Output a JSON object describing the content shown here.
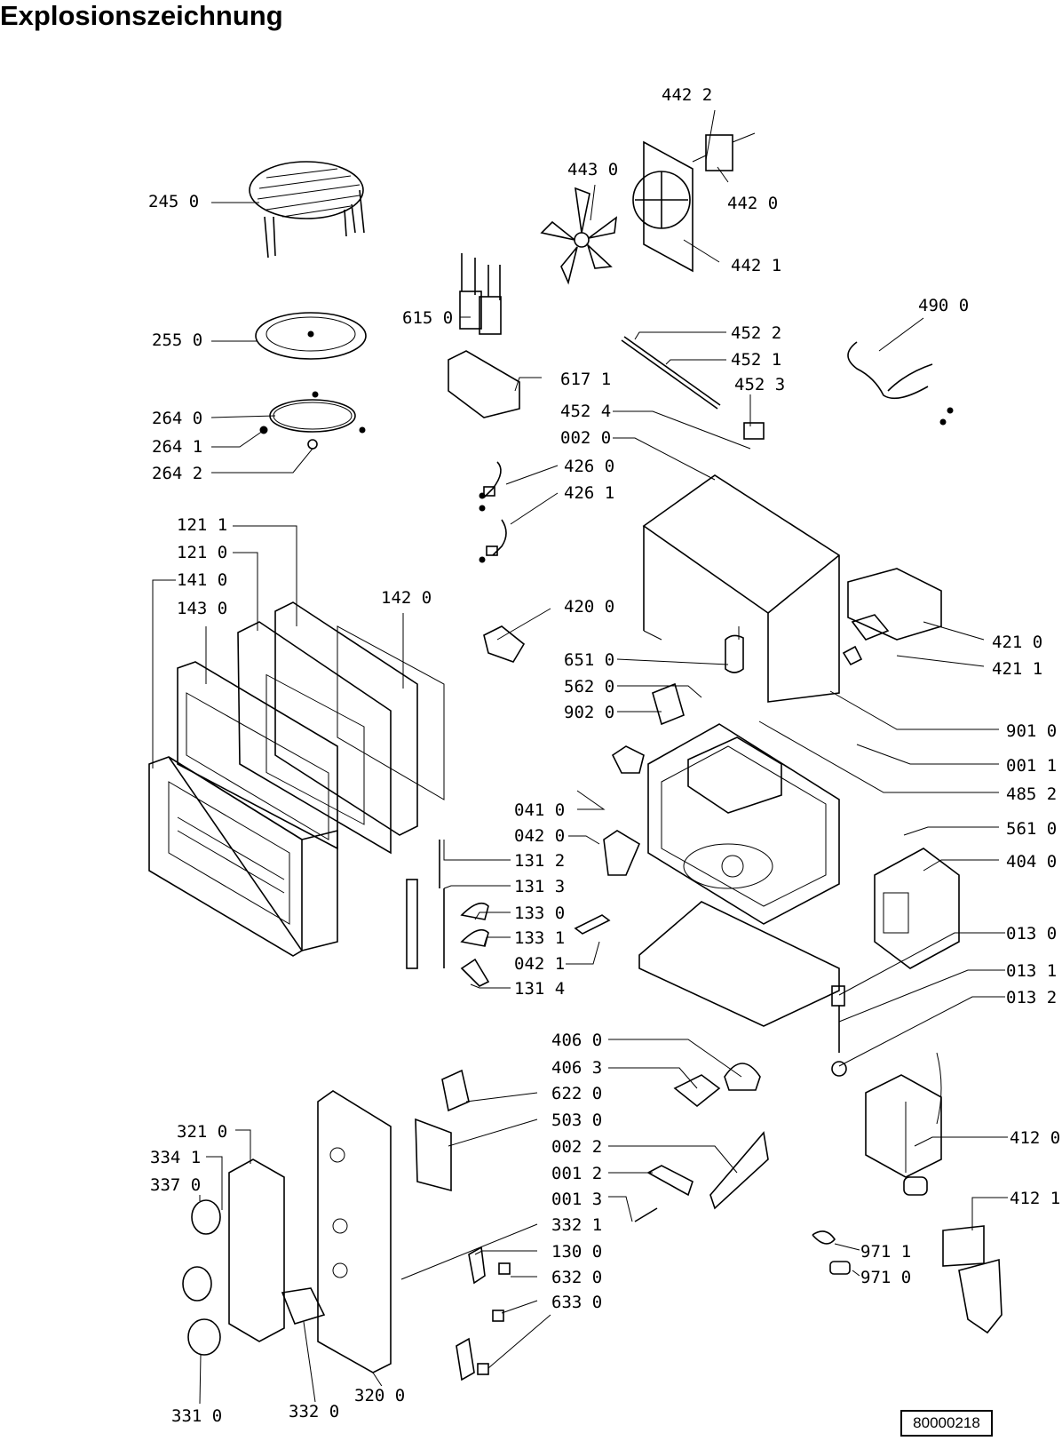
{
  "title": "Explosionszeichnung",
  "doc_number": "80000218",
  "parts": [
    {
      "id": "p2450",
      "label": "245 0"
    },
    {
      "id": "p2550",
      "label": "255 0"
    },
    {
      "id": "p2640",
      "label": "264 0"
    },
    {
      "id": "p2641",
      "label": "264 1"
    },
    {
      "id": "p2642",
      "label": "264 2"
    },
    {
      "id": "p1211",
      "label": "121 1"
    },
    {
      "id": "p1210",
      "label": "121 0"
    },
    {
      "id": "p1410",
      "label": "141 0"
    },
    {
      "id": "p1430",
      "label": "143 0"
    },
    {
      "id": "p1420",
      "label": "142 0"
    },
    {
      "id": "p6150",
      "label": "615 0"
    },
    {
      "id": "p6171",
      "label": "617 1"
    },
    {
      "id": "p4422a",
      "label": "442 2"
    },
    {
      "id": "p4430",
      "label": "443 0"
    },
    {
      "id": "p4420",
      "label": "442 0"
    },
    {
      "id": "p4421",
      "label": "442 1"
    },
    {
      "id": "p4900",
      "label": "490 0"
    },
    {
      "id": "p4522",
      "label": "452 2"
    },
    {
      "id": "p4521",
      "label": "452 1"
    },
    {
      "id": "p4523",
      "label": "452 3"
    },
    {
      "id": "p4524",
      "label": "452 4"
    },
    {
      "id": "p0020",
      "label": "002 0"
    },
    {
      "id": "p4260",
      "label": "426 0"
    },
    {
      "id": "p4261",
      "label": "426 1"
    },
    {
      "id": "p4200",
      "label": "420 0"
    },
    {
      "id": "p6510",
      "label": "651 0"
    },
    {
      "id": "p5620",
      "label": "562 0"
    },
    {
      "id": "p9020",
      "label": "902 0"
    },
    {
      "id": "p4210",
      "label": "421 0"
    },
    {
      "id": "p4211",
      "label": "421 1"
    },
    {
      "id": "p9010",
      "label": "901 0"
    },
    {
      "id": "p0011",
      "label": "001 1"
    },
    {
      "id": "p4852",
      "label": "485 2"
    },
    {
      "id": "p0410",
      "label": "041 0"
    },
    {
      "id": "p0420",
      "label": "042 0"
    },
    {
      "id": "p5610",
      "label": "561 0"
    },
    {
      "id": "p4040",
      "label": "404 0"
    },
    {
      "id": "p1312",
      "label": "131 2"
    },
    {
      "id": "p1313",
      "label": "131 3"
    },
    {
      "id": "p1330",
      "label": "133 0"
    },
    {
      "id": "p1331",
      "label": "133 1"
    },
    {
      "id": "p0421",
      "label": "042 1"
    },
    {
      "id": "p1314",
      "label": "131 4"
    },
    {
      "id": "p0130",
      "label": "013 0"
    },
    {
      "id": "p0131",
      "label": "013 1"
    },
    {
      "id": "p0132",
      "label": "013 2"
    },
    {
      "id": "p4060",
      "label": "406 0"
    },
    {
      "id": "p4063",
      "label": "406 3"
    },
    {
      "id": "p6220",
      "label": "622 0"
    },
    {
      "id": "p5030",
      "label": "503 0"
    },
    {
      "id": "p0022",
      "label": "002 2"
    },
    {
      "id": "p0012",
      "label": "001 2"
    },
    {
      "id": "p0013",
      "label": "001 3"
    },
    {
      "id": "p3321",
      "label": "332 1"
    },
    {
      "id": "p1300",
      "label": "130 0"
    },
    {
      "id": "p6320",
      "label": "632 0"
    },
    {
      "id": "p6330",
      "label": "633 0"
    },
    {
      "id": "p4120",
      "label": "412 0"
    },
    {
      "id": "p4121",
      "label": "412 1"
    },
    {
      "id": "p9711",
      "label": "971 1"
    },
    {
      "id": "p9710",
      "label": "971 0"
    },
    {
      "id": "p3210",
      "label": "321 0"
    },
    {
      "id": "p3341",
      "label": "334 1"
    },
    {
      "id": "p3370",
      "label": "337 0"
    },
    {
      "id": "p3310",
      "label": "331 0"
    },
    {
      "id": "p3320",
      "label": "332 0"
    },
    {
      "id": "p3200",
      "label": "320 0"
    }
  ]
}
